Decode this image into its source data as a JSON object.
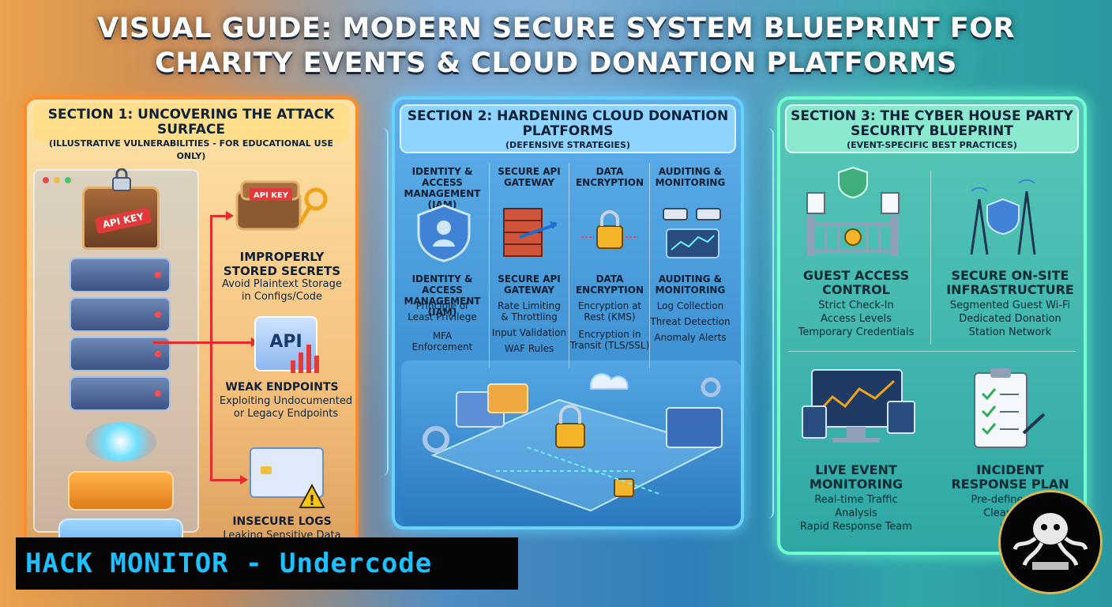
{
  "title": {
    "line1": "VISUAL GUIDE: MODERN SECURE SYSTEM BLUEPRINT FOR",
    "line2": "CHARITY EVENTS & CLOUD DONATION PLATFORMS"
  },
  "section1": {
    "title": "SECTION 1: UNCOVERING THE ATTACK SURFACE",
    "subtitle": "(ILLUSTRATIVE VULNERABILITIES - FOR EDUCATIONAL USE ONLY)",
    "chest_tag": "API KEY",
    "small_chest_tag": "API KEY",
    "api_badge": "API",
    "items": [
      {
        "title": "IMPROPERLY\nSTORED SECRETS",
        "desc": "Avoid Plaintext Storage\nin Configs/Code"
      },
      {
        "title": "WEAK ENDPOINTS",
        "desc": "Exploiting Undocumented\nor Legacy Endpoints"
      },
      {
        "title": "INSECURE LOGS",
        "desc": "Leaking Sensitive Data"
      }
    ]
  },
  "section2": {
    "title": "SECTION 2: HARDENING CLOUD DONATION\nPLATFORMS",
    "subtitle": "(DEFENSIVE STRATEGIES)",
    "columns": [
      {
        "head": "IDENTITY & ACCESS\nMANAGEMENT (IAM)",
        "title": "IDENTITY & ACCESS\nMANAGEMENT (IAM)",
        "items": [
          "Principle of\nLeast Privilege",
          "MFA Enforcement"
        ]
      },
      {
        "head": "SECURE API\nGATEWAY",
        "title": "SECURE API\nGATEWAY",
        "items": [
          "Rate Limiting\n& Throttling",
          "Input Validation",
          "WAF Rules"
        ]
      },
      {
        "head": "DATA\nENCRYPTION",
        "title": "DATA\nENCRYPTION",
        "items": [
          "Encryption at\nRest (KMS)",
          "Encryption in\nTransit (TLS/SSL)"
        ]
      },
      {
        "head": "AUDITING &\nMONITORING",
        "title": "AUDITING &\nMONITORING",
        "items": [
          "Log Collection",
          "Threat Detection",
          "Anomaly Alerts"
        ]
      }
    ]
  },
  "section3": {
    "title": "SECTION 3: THE CYBER HOUSE PARTY\nSECURITY BLUEPRINT",
    "subtitle": "(EVENT-SPECIFIC BEST PRACTICES)",
    "blocks": [
      {
        "title": "GUEST ACCESS\nCONTROL",
        "desc": "Strict Check-In\nAccess Levels\nTemporary Credentials"
      },
      {
        "title": "SECURE ON-SITE\nINFRASTRUCTURE",
        "desc": "Segmented Guest Wi-Fi\nDedicated Donation\nStation Network"
      },
      {
        "title": "LIVE EVENT\nMONITORING",
        "desc": "Real-time Traffic\nAnalysis\nRapid Response Team"
      },
      {
        "title": "INCIDENT\nRESPONSE PLAN",
        "desc": "Pre-defined Pro\nClear Com\nCha"
      }
    ]
  },
  "watermark": "HACK MONITOR - Undercode",
  "colors": {
    "section1_border": "#ff8c2a",
    "section2_border": "#69d3ff",
    "section3_border": "#72ffd0",
    "arrow": "#e52b2b",
    "watermark_text": "#1ec1ff"
  }
}
